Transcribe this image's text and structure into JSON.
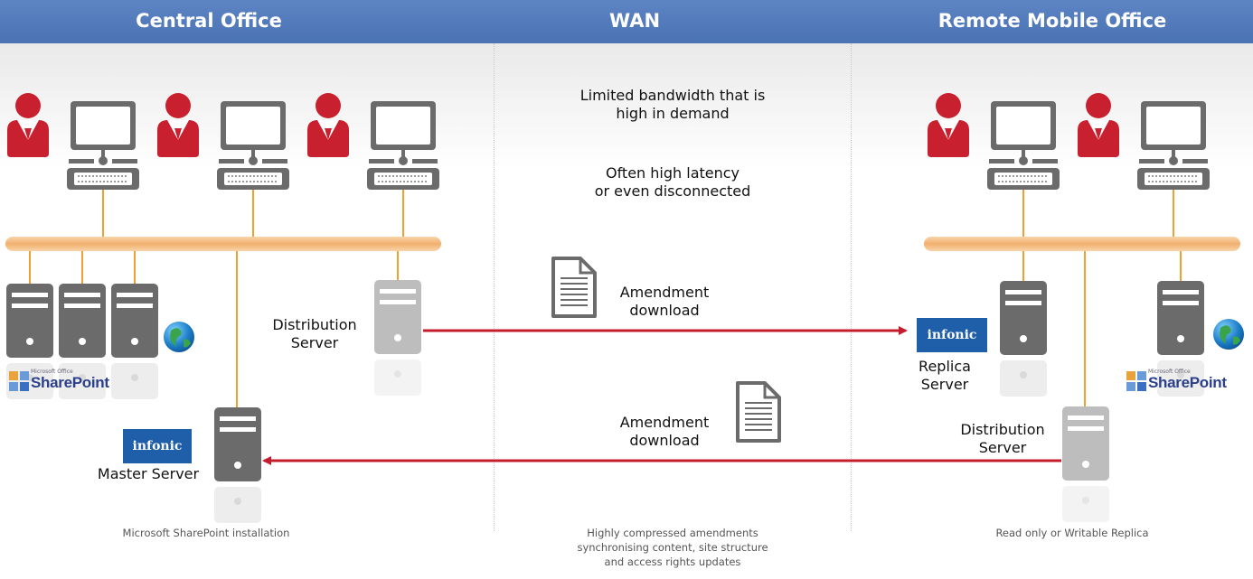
{
  "header": {
    "left": "Central Office",
    "center": "WAN",
    "right": "Remote Mobile Office"
  },
  "wan": {
    "note1": "Limited bandwidth that is\nhigh in demand",
    "note2": "Often high latency\nor even disconnected",
    "amendment_top": "Amendment\ndownload",
    "amendment_bottom": "Amendment\ndownload",
    "caption": "Highly compressed amendments\nsynchronising content, site structure\nand access rights updates"
  },
  "central": {
    "distribution_server": "Distribution\nServer",
    "master_server": "Master Server",
    "infonic_logo": "infonic",
    "sharepoint_small": "Microsoft Office",
    "sharepoint_logo": "SharePoint",
    "caption": "Microsoft SharePoint installation"
  },
  "remote": {
    "replica_server": "Replica\nServer",
    "distribution_server": "Distribution\nServer",
    "infonic_logo": "infonic",
    "sharepoint_small": "Microsoft Office",
    "sharepoint_logo": "SharePoint",
    "caption": "Read only or Writable Replica"
  },
  "colors": {
    "header": "#4f78b8",
    "person": "#c8202e",
    "computer": "#6b6b6b",
    "server_dark": "#6b6b6b",
    "server_light": "#bdbdbd",
    "bus": "#f3b97a",
    "link": "#f0a030",
    "arrow": "#c41e2e",
    "infonic": "#1f5ea8"
  },
  "icons": [
    "person-icon",
    "computer-icon",
    "server-icon",
    "document-icon",
    "globe-icon",
    "sharepoint-logo",
    "infonic-logo"
  ]
}
